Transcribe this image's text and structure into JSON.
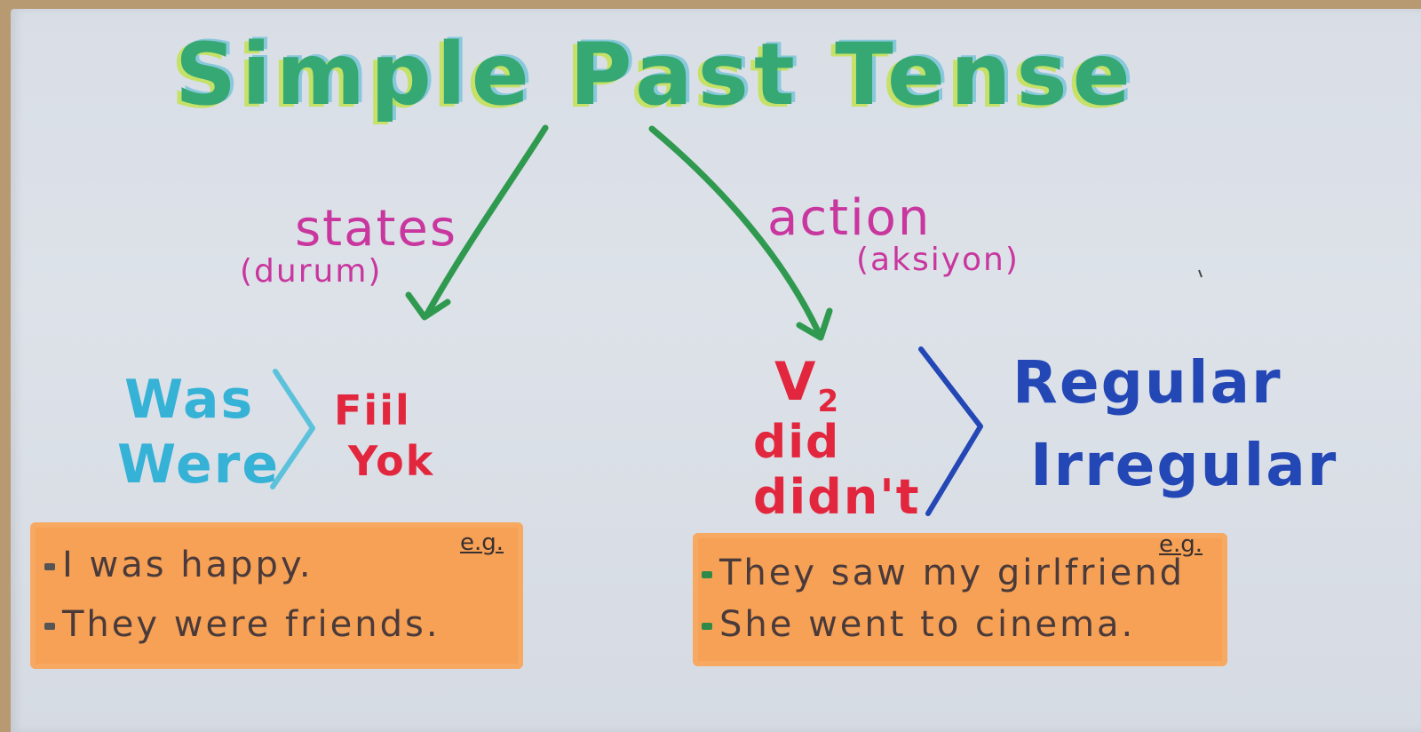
{
  "title": "Simple Past Tense",
  "left_branch": {
    "label": "states",
    "translation": "(durum)",
    "forms": [
      "Was",
      "Were"
    ],
    "note": [
      "Fiil",
      "Yok"
    ],
    "examples_tag": "e.g.",
    "examples": [
      "I was happy.",
      "They were friends."
    ]
  },
  "right_branch": {
    "label": "action",
    "translation": "(aksiyon)",
    "forms_main": "V",
    "forms_sub": "2",
    "forms": [
      "did",
      "didn't"
    ],
    "types": [
      "Regular",
      "Irregular"
    ],
    "examples_tag": "e.g.",
    "examples": [
      "They saw my girlfriend",
      "She went to cinema."
    ]
  },
  "colors": {
    "title_green": "#36a873",
    "arrow_green": "#2f9a4f",
    "label_pink": "#c8369e",
    "was_cyan": "#35b2d6",
    "red": "#e2263d",
    "regular_blue": "#2447b6",
    "highlight_orange": "#f6a155"
  }
}
